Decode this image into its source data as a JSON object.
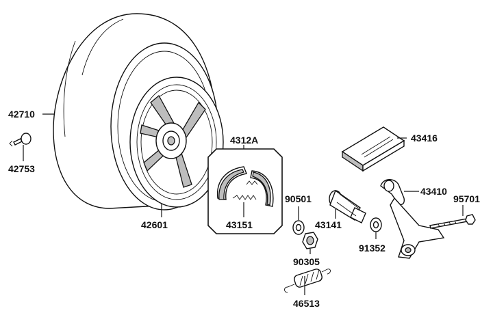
{
  "labels": {
    "tire": "42710",
    "valve": "42753",
    "rim": "42601",
    "brake_shoe_set": "4312A",
    "brake_shoe": "43151",
    "washer_a": "90501",
    "nut": "90305",
    "cam_shaft": "43141",
    "washer_b": "91352",
    "spring": "46513",
    "indicator_plate": "43416",
    "brake_arm": "43410",
    "bolt": "95701"
  }
}
